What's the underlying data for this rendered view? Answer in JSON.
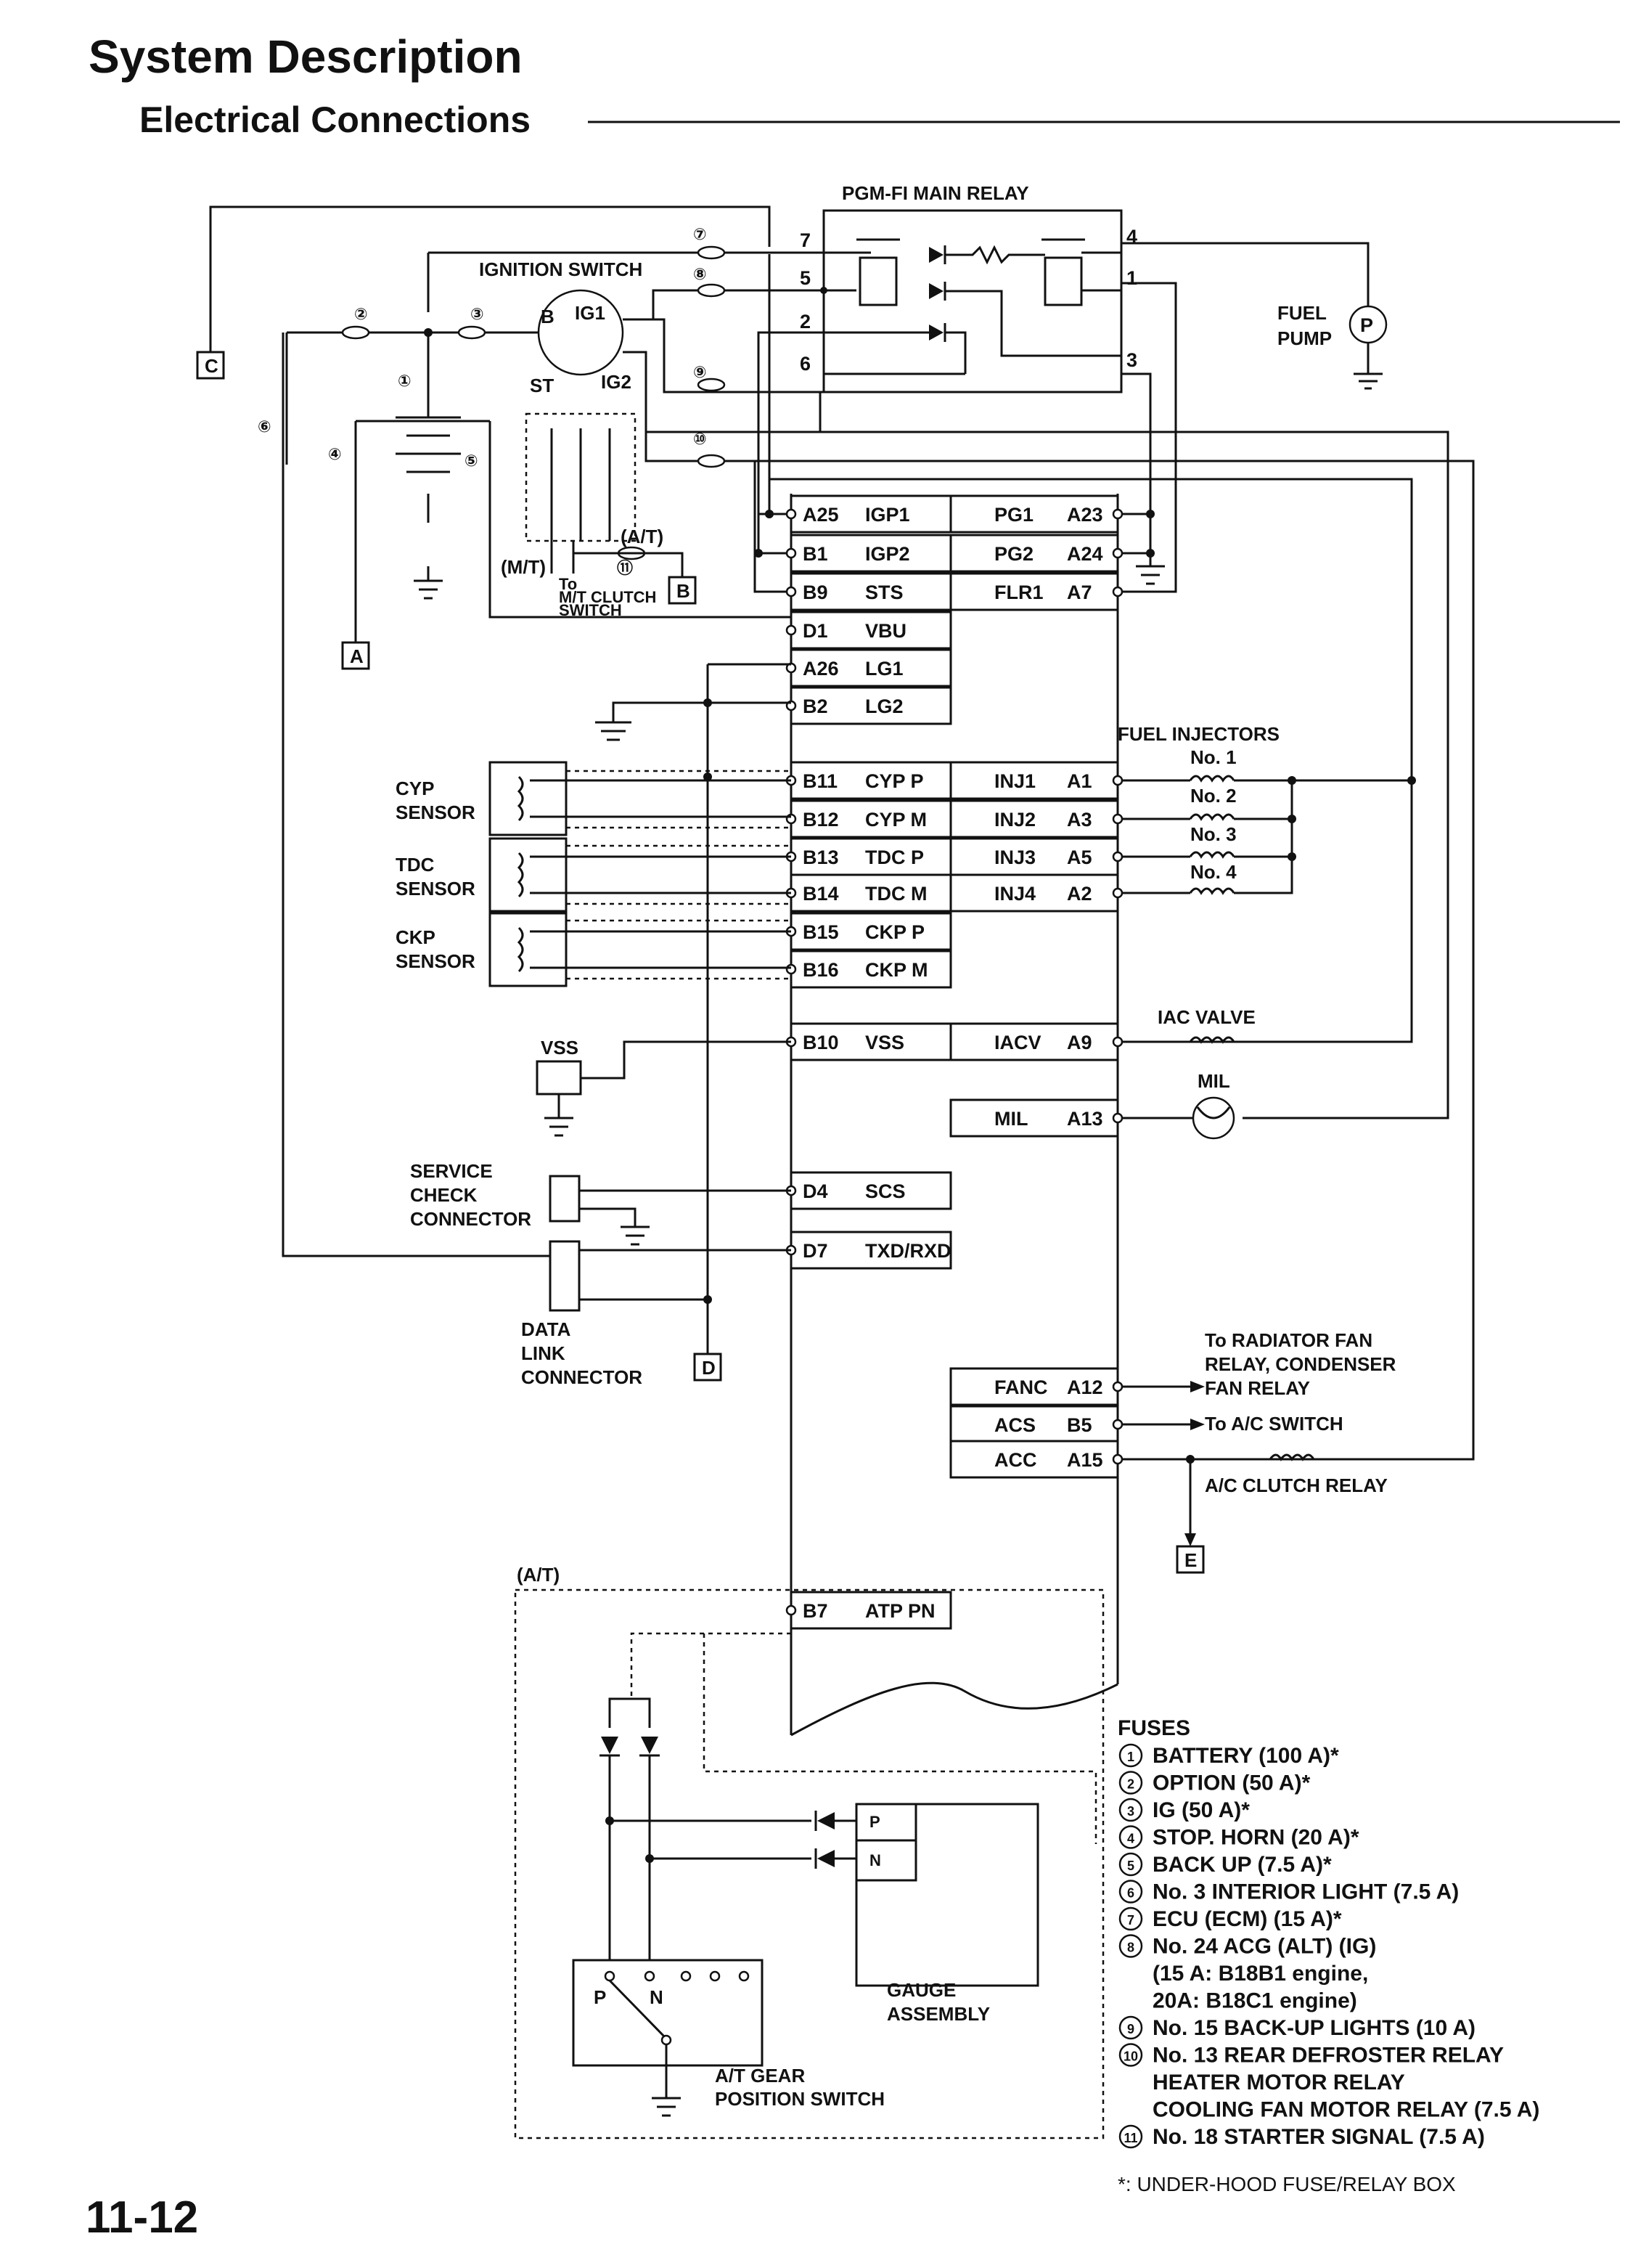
{
  "header": {
    "title": "System Description",
    "subtitle": "Electrical Connections"
  },
  "page_number": "11-12",
  "relay": {
    "title": "PGM-FI MAIN RELAY",
    "pins_left": [
      "7",
      "5",
      "2",
      "6"
    ],
    "pins_right": [
      "4",
      "1",
      "3"
    ]
  },
  "components": {
    "ignition_switch": "IGNITION SWITCH",
    "ig_b": "B",
    "ig_ig1": "IG1",
    "ig_st": "ST",
    "ig_ig2": "IG2",
    "fuel_pump_1": "FUEL",
    "fuel_pump_2": "PUMP",
    "pump_symbol": "P",
    "mt": "(M/T)",
    "at_label": "(A/T)",
    "to_mt_1": "To",
    "to_mt_2": "M/T CLUTCH",
    "to_mt_3": "SWITCH",
    "cyp_1": "CYP",
    "cyp_2": "SENSOR",
    "tdc_1": "TDC",
    "tdc_2": "SENSOR",
    "ckp_1": "CKP",
    "ckp_2": "SENSOR",
    "vss": "VSS",
    "scc_1": "SERVICE",
    "scc_2": "CHECK",
    "scc_3": "CONNECTOR",
    "dlc_1": "DATA",
    "dlc_2": "LINK",
    "dlc_3": "CONNECTOR",
    "injectors": "FUEL INJECTORS",
    "inj_no": [
      "No. 1",
      "No. 2",
      "No. 3",
      "No. 4"
    ],
    "iac": "IAC VALVE",
    "mil": "MIL",
    "fan_1": "To RADIATOR FAN",
    "fan_2": "RELAY, CONDENSER",
    "fan_3": "FAN RELAY",
    "ac_switch": "To A/C SWITCH",
    "ac_clutch": "A/C CLUTCH RELAY",
    "at_section": "(A/T)",
    "gauge_p": "P",
    "gauge_n": "N",
    "gauge_1": "GAUGE",
    "gauge_2": "ASSEMBLY",
    "atsw_p": "P",
    "atsw_n": "N",
    "atsw_1": "A/T GEAR",
    "atsw_2": "POSITION SWITCH"
  },
  "connectors": {
    "A": "A",
    "B": "B",
    "C": "C",
    "D": "D",
    "E": "E"
  },
  "ecm_left": [
    {
      "pin": "A25",
      "name": "IGP1"
    },
    {
      "pin": "B1",
      "name": "IGP2"
    },
    {
      "pin": "B9",
      "name": "STS"
    },
    {
      "pin": "D1",
      "name": "VBU"
    },
    {
      "pin": "A26",
      "name": "LG1"
    },
    {
      "pin": "B2",
      "name": "LG2"
    },
    {
      "pin": "B11",
      "name": "CYP P"
    },
    {
      "pin": "B12",
      "name": "CYP M"
    },
    {
      "pin": "B13",
      "name": "TDC P"
    },
    {
      "pin": "B14",
      "name": "TDC M"
    },
    {
      "pin": "B15",
      "name": "CKP P"
    },
    {
      "pin": "B16",
      "name": "CKP M"
    },
    {
      "pin": "B10",
      "name": "VSS"
    },
    {
      "pin": "D4",
      "name": "SCS"
    },
    {
      "pin": "D7",
      "name": "TXD/RXD"
    },
    {
      "pin": "B7",
      "name": "ATP  PN"
    }
  ],
  "ecm_right": [
    {
      "name": "PG1",
      "pin": "A23"
    },
    {
      "name": "PG2",
      "pin": "A24"
    },
    {
      "name": "FLR1",
      "pin": "A7"
    },
    {
      "name": "INJ1",
      "pin": "A1"
    },
    {
      "name": "INJ2",
      "pin": "A3"
    },
    {
      "name": "INJ3",
      "pin": "A5"
    },
    {
      "name": "INJ4",
      "pin": "A2"
    },
    {
      "name": "IACV",
      "pin": "A9"
    },
    {
      "name": "MIL",
      "pin": "A13"
    },
    {
      "name": "FANC",
      "pin": "A12"
    },
    {
      "name": "ACS",
      "pin": "B5"
    },
    {
      "name": "ACC",
      "pin": "A15"
    }
  ],
  "fuses": {
    "title": "FUSES",
    "items": [
      {
        "num": "1",
        "text": "BATTERY (100 A)*"
      },
      {
        "num": "2",
        "text": "OPTION (50 A)*"
      },
      {
        "num": "3",
        "text": "IG (50 A)*"
      },
      {
        "num": "4",
        "text": "STOP. HORN (20 A)*"
      },
      {
        "num": "5",
        "text": "BACK UP (7.5 A)*"
      },
      {
        "num": "6",
        "text": "No. 3 INTERIOR LIGHT (7.5 A)"
      },
      {
        "num": "7",
        "text": "ECU (ECM) (15 A)*"
      },
      {
        "num": "8",
        "text": "No. 24 ACG (ALT) (IG)"
      },
      {
        "num": "",
        "text": "(15 A: B18B1 engine,"
      },
      {
        "num": "",
        "text": "20A: B18C1 engine)"
      },
      {
        "num": "9",
        "text": "No. 15 BACK-UP LIGHTS (10 A)"
      },
      {
        "num": "10",
        "text": "No. 13 REAR DEFROSTER RELAY"
      },
      {
        "num": "",
        "text": "HEATER MOTOR RELAY"
      },
      {
        "num": "",
        "text": "COOLING FAN MOTOR RELAY (7.5 A)"
      },
      {
        "num": "11",
        "text": "No. 18 STARTER SIGNAL (7.5 A)"
      }
    ],
    "footnote": "*: UNDER-HOOD FUSE/RELAY BOX"
  }
}
